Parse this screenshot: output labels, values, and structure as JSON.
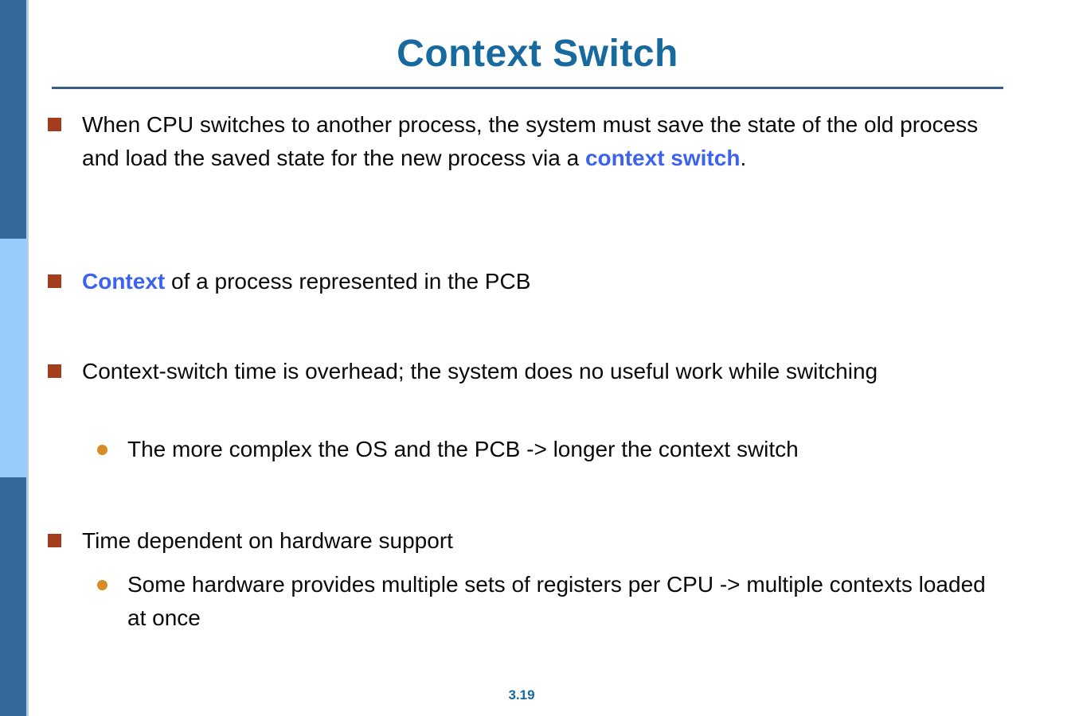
{
  "slide": {
    "title": "Context Switch",
    "page_number": "3.19",
    "colors": {
      "title": "#17699E",
      "rule": "#395E85",
      "sidebar_steel": "#36689B",
      "sidebar_light": "#99CCFA",
      "sidebar_edge": "#AFCDE9",
      "bullet_square": "#A43D1E",
      "bullet_circle": "#D78C28",
      "emphasis_blue": "#3B63EF"
    }
  },
  "content": {
    "bullet1": {
      "text_before": "When CPU switches to another process, the system must save the state of the old process and load the saved state for the new process via a ",
      "emphasis": "context switch",
      "text_after": "."
    },
    "bullet2": {
      "emphasis": "Context",
      "text_after": " of a process represented in the PCB"
    },
    "bullet3": {
      "text": "Context-switch time is overhead; the system does no useful work while switching"
    },
    "sub_bullet3": {
      "text": "The more complex the OS and the PCB -> longer the context switch"
    },
    "bullet4": {
      "text": "Time dependent on hardware support"
    },
    "sub_bullet4": {
      "text": "Some hardware provides multiple sets of registers per CPU -> multiple contexts loaded at once"
    }
  }
}
